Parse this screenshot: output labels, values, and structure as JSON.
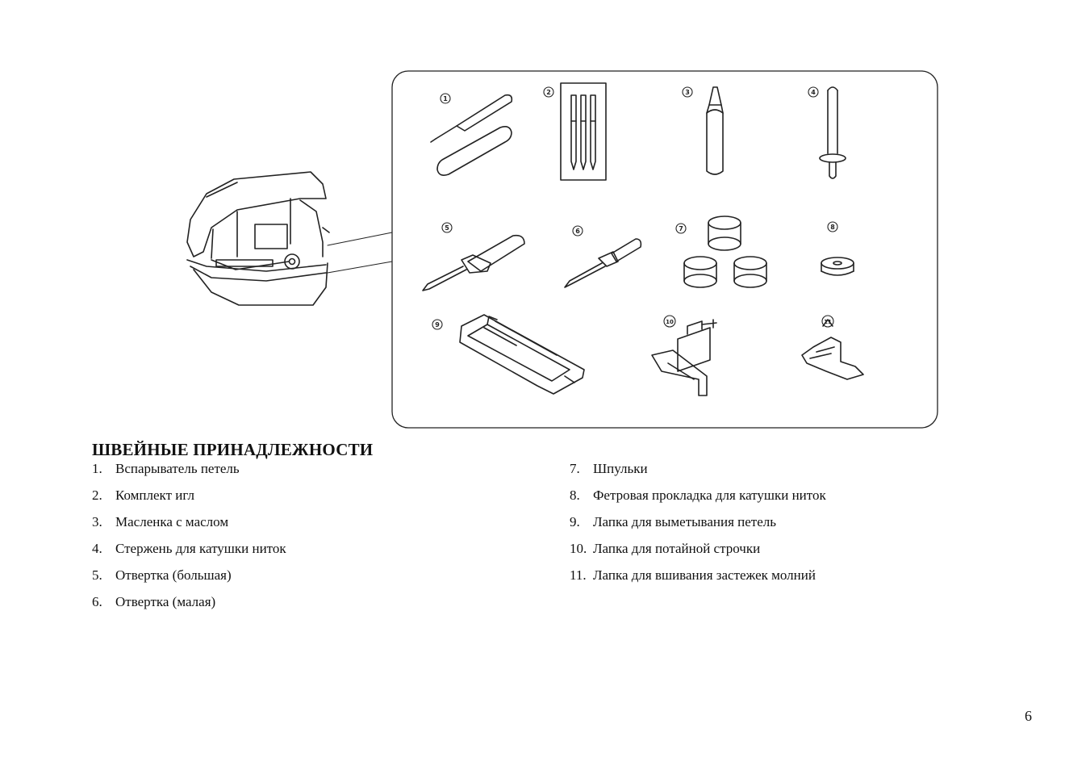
{
  "heading": "ШВЕЙНЫЕ ПРИНАДЛЕЖНОСТИ",
  "items_left": [
    {
      "num": "1.",
      "label": "Вспарыватель петель"
    },
    {
      "num": "2.",
      "label": "Комплект игл"
    },
    {
      "num": "3.",
      "label": "Масленка с маслом"
    },
    {
      "num": "4.",
      "label": "Стержень для катушки ниток"
    },
    {
      "num": "5.",
      "label": "Отвертка (большая)"
    },
    {
      "num": "6.",
      "label": "Отвертка (малая)"
    }
  ],
  "items_right": [
    {
      "num": "7.",
      "label": "Шпульки"
    },
    {
      "num": "8.",
      "label": "Фетровая прокладка для катушки ниток"
    },
    {
      "num": "9.",
      "label": "Лапка для выметывания петель"
    },
    {
      "num": "10.",
      "label": "Лапка для потайной строчки"
    },
    {
      "num": "11.",
      "label": "Лапка для вшивания застежек молний"
    }
  ],
  "figure_markers": [
    "1",
    "2",
    "3",
    "4",
    "5",
    "6",
    "7",
    "8",
    "9",
    "10",
    "11"
  ],
  "page_number": "6"
}
